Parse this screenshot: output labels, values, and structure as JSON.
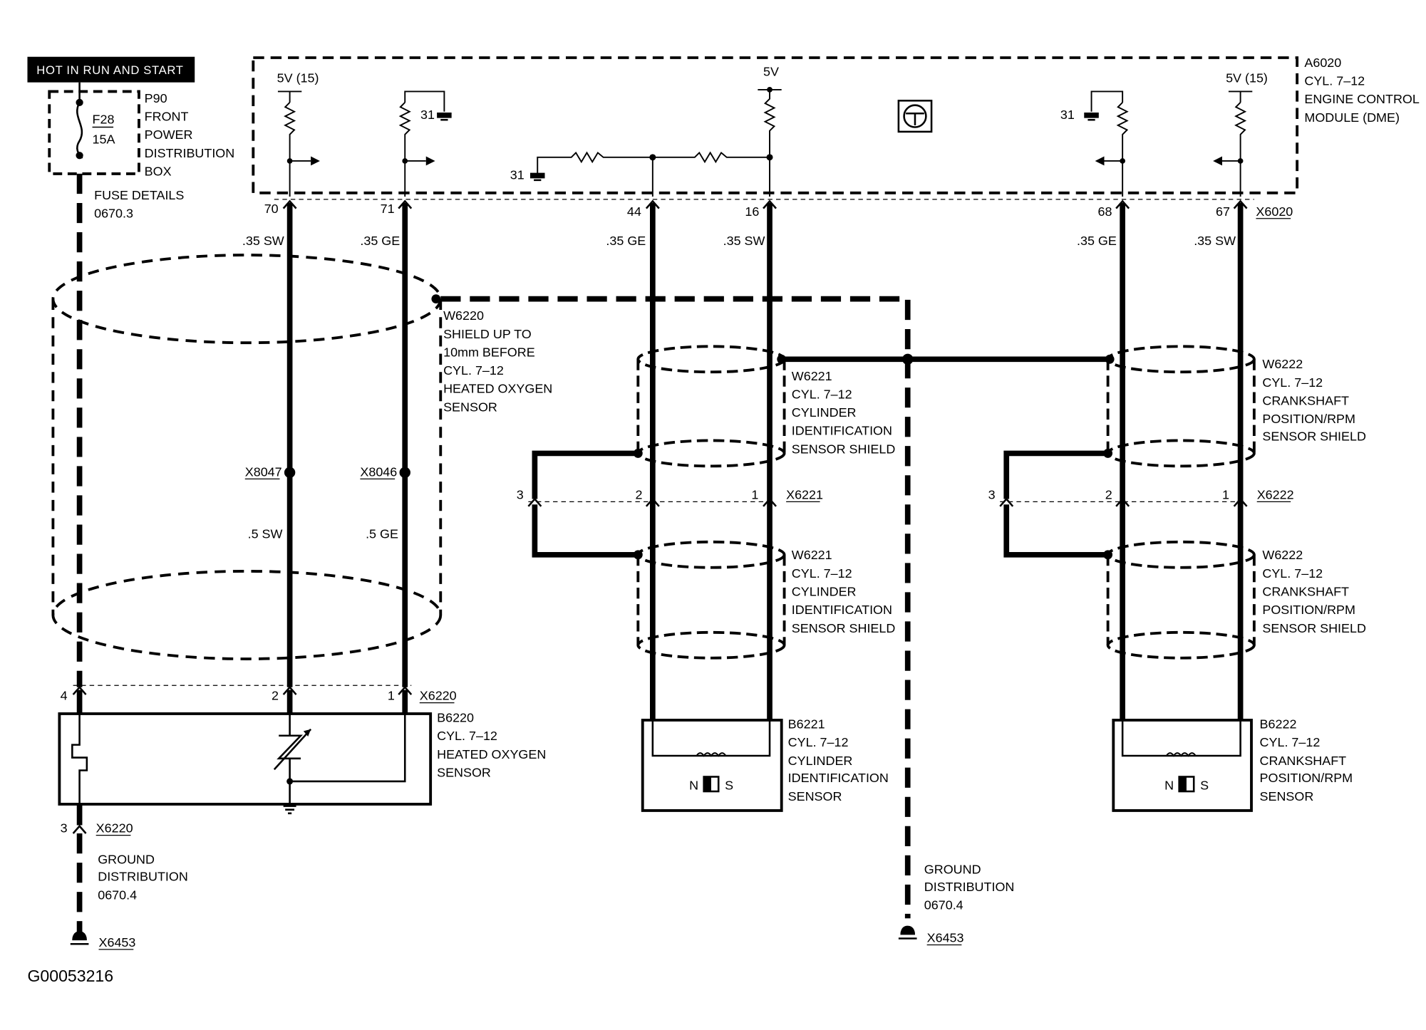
{
  "power_tag": "HOT IN RUN AND START",
  "doc_id": "G00053216",
  "fuse_box": {
    "fuse": "F28",
    "rating": "15A",
    "label_lines": [
      "P90",
      "FRONT",
      "POWER",
      "DISTRIBUTION",
      "BOX"
    ],
    "details_lines": [
      "FUSE DETAILS",
      "0670.3"
    ]
  },
  "module": {
    "label_lines": [
      "A6020",
      "CYL. 7–12",
      "ENGINE CONTROL",
      "MODULE (DME)"
    ],
    "connector": "X6020",
    "supply_labels": [
      "5V (15)",
      "5V",
      "5V (15)"
    ],
    "ground_label": "31"
  },
  "pins": {
    "p70": "70",
    "p71": "71",
    "p44": "44",
    "p16": "16",
    "p68": "68",
    "p67": "67"
  },
  "wire_colors": {
    "w70": ".35 SW",
    "w71": ".35 GE",
    "w44": ".35 GE",
    "w16": ".35 SW",
    "w68": ".35 GE",
    "w67": ".35 SW",
    "x8047_below": ".5 SW",
    "x8046_below": ".5 GE"
  },
  "splices": {
    "left": "X8047",
    "right": "X8046"
  },
  "shield_w6220": [
    "W6220",
    "SHIELD UP TO",
    "10mm BEFORE",
    "CYL. 7–12",
    "HEATED OXYGEN",
    "SENSOR"
  ],
  "shield_w6221": [
    "W6221",
    "CYL. 7–12",
    "CYLINDER",
    "IDENTIFICATION",
    "SENSOR SHIELD"
  ],
  "shield_w6222": [
    "W6222",
    "CYL. 7–12",
    "CRANKSHAFT",
    "POSITION/RPM",
    "SENSOR SHIELD"
  ],
  "connectors": {
    "x6220": "X6220",
    "x6221": "X6221",
    "x6222": "X6222",
    "pin_labels_6220": [
      "4",
      "2",
      "1"
    ],
    "pin_labels_6221": [
      "3",
      "2",
      "1"
    ],
    "pin_labels_6222": [
      "3",
      "2",
      "1"
    ],
    "x6220_bottom_pin": "3"
  },
  "sensor_b6220": [
    "B6220",
    "CYL. 7–12",
    "HEATED OXYGEN",
    "SENSOR"
  ],
  "sensor_b6221": [
    "B6221",
    "CYL. 7–12",
    "CYLINDER",
    "IDENTIFICATION",
    "SENSOR"
  ],
  "sensor_b6222": [
    "B6222",
    "CYL. 7–12",
    "CRANKSHAFT",
    "POSITION/RPM",
    "SENSOR"
  ],
  "magnet": {
    "n": "N",
    "s": "S"
  },
  "ground_left": {
    "lines": [
      "GROUND",
      "DISTRIBUTION",
      "0670.4"
    ],
    "point": "X6453"
  },
  "ground_right": {
    "lines": [
      "GROUND",
      "DISTRIBUTION",
      "0670.4"
    ],
    "point": "X6453"
  }
}
